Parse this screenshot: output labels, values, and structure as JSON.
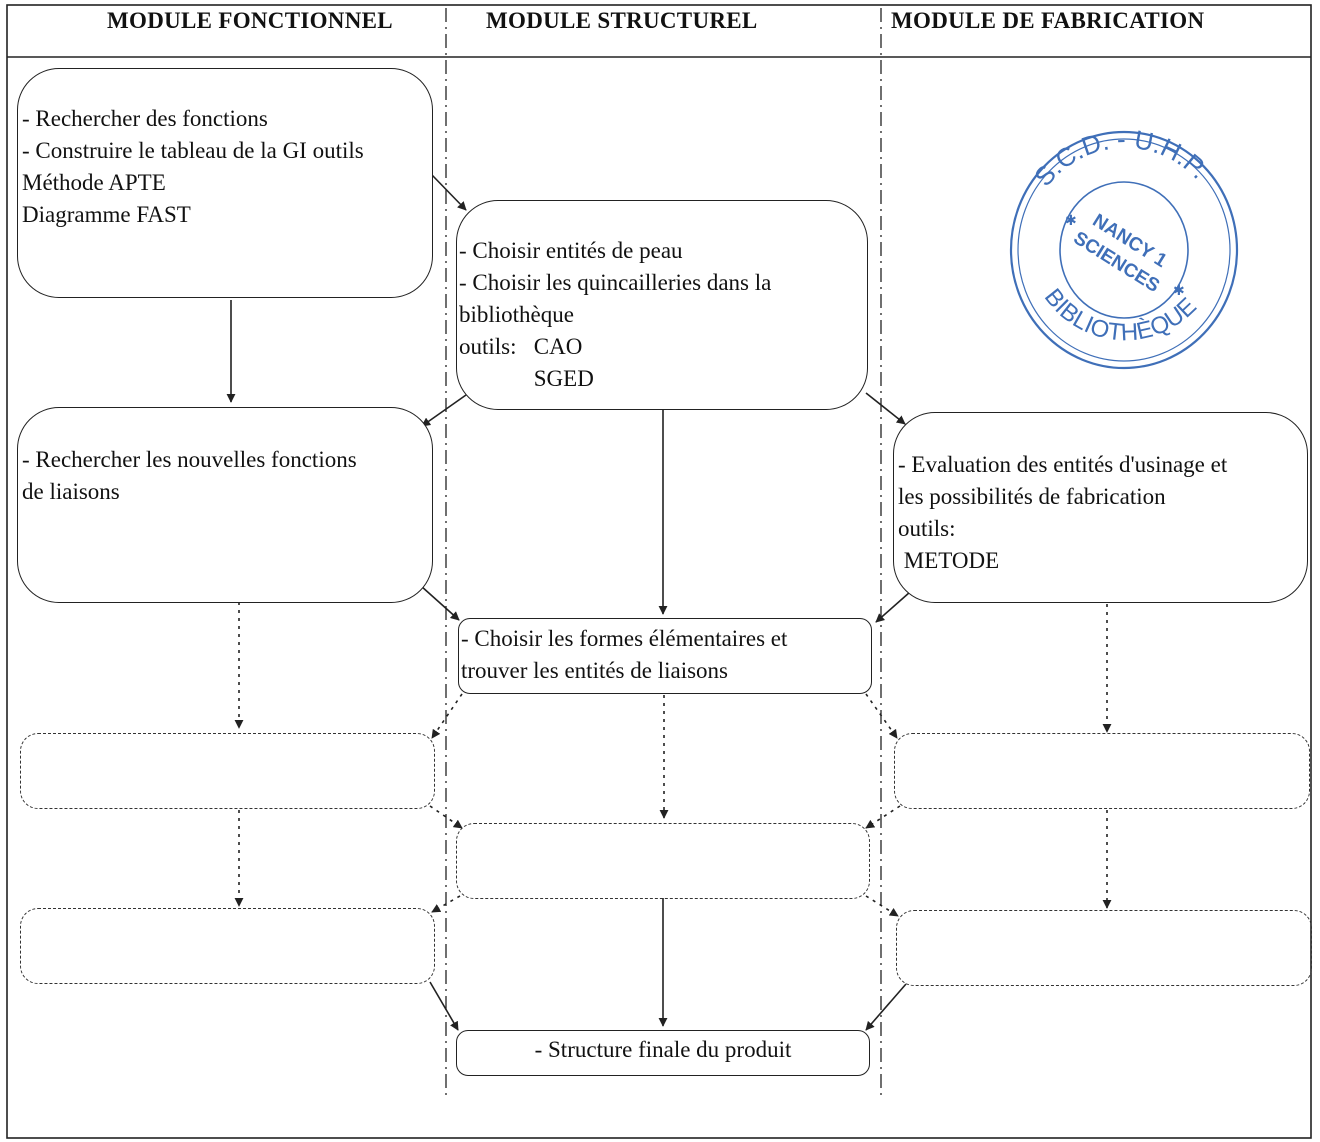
{
  "headers": {
    "functional": "MODULE FONCTIONNEL",
    "structural": "MODULE STRUCTUREL",
    "manufacturing": "MODULE DE FABRICATION"
  },
  "boxes": {
    "functions_search": {
      "lines": [
        "- Rechercher des fonctions",
        "- Construire le tableau de la GI outils",
        "",
        "Méthode APTE",
        "Diagramme FAST"
      ]
    },
    "skin_entities": {
      "lines": [
        "- Choisir entités de peau",
        "- Choisir les quincailleries dans la",
        "bibliothèque",
        "outils:   CAO",
        "             SGED"
      ]
    },
    "new_link_functions": {
      "lines": [
        "- Rechercher les nouvelles fonctions",
        "de liaisons"
      ]
    },
    "machining_evaluation": {
      "lines": [
        "- Evaluation des entités d'usinage et",
        "les possibilités de fabrication",
        "outils:",
        " METODE"
      ]
    },
    "elementary_forms": {
      "lines": [
        "- Choisir les formes élémentaires et",
        "trouver les entités de liaisons"
      ]
    },
    "final_structure": {
      "lines": [
        "- Structure finale du produit"
      ]
    }
  },
  "stamp": {
    "outer_text": "S.C.D. - U.H.P.",
    "bottom_text": "BIBLIOTHÈQUE",
    "inner_line1": "NANCY 1",
    "inner_line2": "SCIENCES",
    "color": "#3f6fb8"
  },
  "colors": {
    "line": "#222222",
    "background": "#ffffff"
  }
}
